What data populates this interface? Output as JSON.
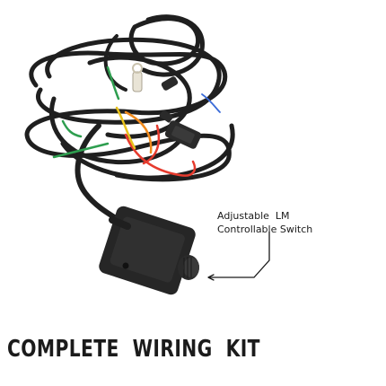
{
  "callout": {
    "line1": "Adjustable  LM",
    "line2": "Controllable Switch"
  },
  "headline": "COMPLETE  WIRING  KIT",
  "colors": {
    "cable": "#1f1f1f",
    "wire_red": "#e63b2e",
    "wire_green": "#2e9e4f",
    "wire_yellow": "#e8c21c",
    "wire_orange": "#f08a1c",
    "wire_blue": "#3a6bd8",
    "text": "#1b1b1b"
  }
}
